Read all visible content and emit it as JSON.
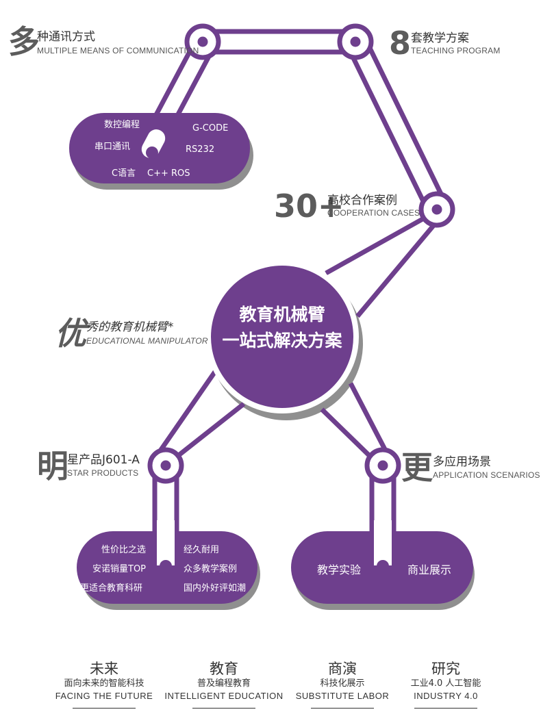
{
  "colors": {
    "purple": "#6e3f8d",
    "shadow": "#8f8f8f",
    "text_dark": "#333333",
    "text_big": "#5c5c5c"
  },
  "features": {
    "communication": {
      "big": "多",
      "title": "种通讯方式",
      "sub": "MULTIPLE MEANS OF COMMUNICATION"
    },
    "teaching": {
      "big": "8",
      "title": "套教学方案",
      "sub": "TEACHING PROGRAM"
    },
    "cooperation": {
      "big": "30+",
      "title": "高校合作案例",
      "sub": "COOPERATION CASES"
    },
    "excellent": {
      "big": "优",
      "title": "秀的教育机械臂*",
      "sub": "EDUCATIONAL MANIPULATOR"
    },
    "star": {
      "big": "明",
      "title": "星产品J601-A",
      "sub": "STAR PRODUCTS"
    },
    "scenarios": {
      "big": "更",
      "title": "多应用场景",
      "sub": "APPLICATION SCENARIOS"
    }
  },
  "center": {
    "line1": "教育机械臂",
    "line2": "一站式解决方案"
  },
  "pills": {
    "comm": {
      "t1": "数控编程",
      "t2": "串口通讯",
      "t3": "C语言",
      "t4": "C++",
      "t5": "ROS",
      "t6": "G-CODE",
      "t7": "RS232"
    },
    "star": {
      "t1": "性价比之选",
      "t2": "安诺销量TOP",
      "t3": "更适合教育科研",
      "t4": "经久耐用",
      "t5": "众多教学案例",
      "t6": "国内外好评如潮"
    },
    "apps": {
      "t1": "教学实验",
      "t2": "商业展示"
    }
  },
  "footer": [
    {
      "title": "未来",
      "sub": "面向未来的智能科技",
      "en": "FACING THE FUTURE"
    },
    {
      "title": "教育",
      "sub": "普及编程教育",
      "en": "INTELLIGENT EDUCATION"
    },
    {
      "title": "商演",
      "sub": "科技化展示",
      "en": "SUBSTITUTE LABOR"
    },
    {
      "title": "研究",
      "sub": "工业4.0 人工智能",
      "en": "INDUSTRY 4.0"
    }
  ]
}
